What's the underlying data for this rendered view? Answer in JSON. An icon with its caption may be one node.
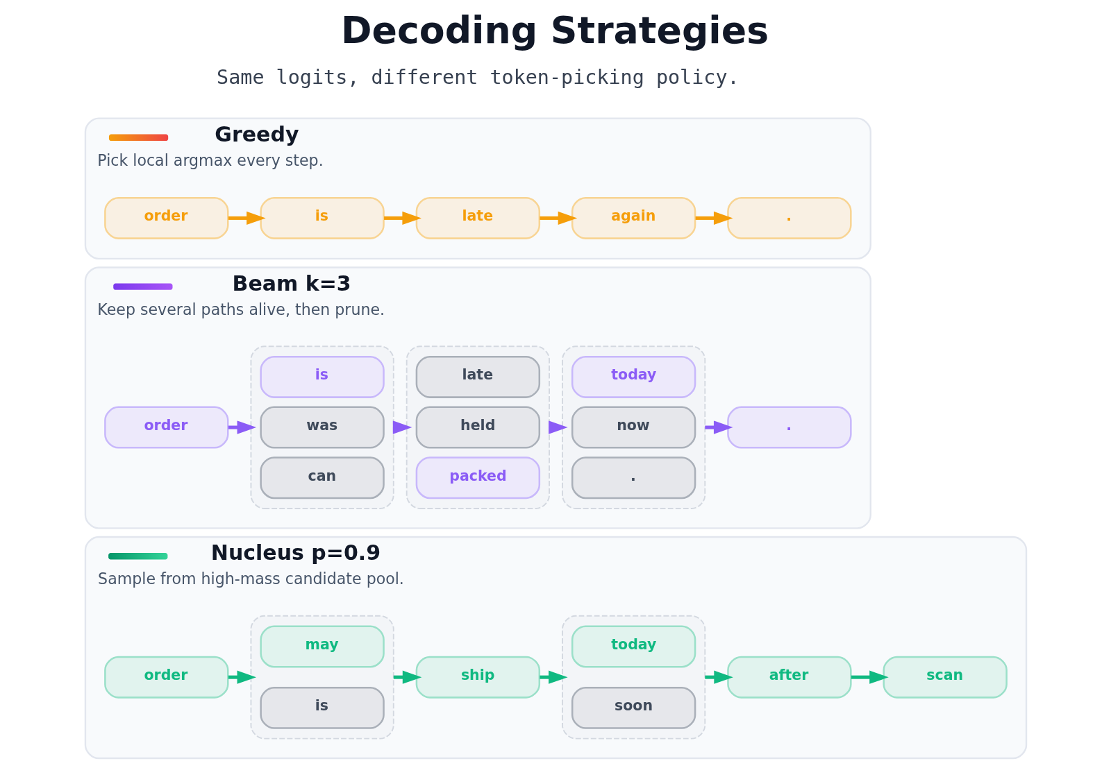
{
  "diagram": {
    "title": "Decoding Strategies",
    "nodes": [
      {
        "text": [
          "Greedy",
          "Pick local argmax every step."
        ]
      },
      {
        "text": [
          "order"
        ],
        "in": 0
      },
      {
        "text": [
          "is"
        ],
        "in": 0
      },
      {
        "text": [
          "late"
        ],
        "in": 0
      },
      {
        "text": [
          "again"
        ],
        "in": 0
      },
      {
        "text": [
          "."
        ],
        "in": 0
      },
      {
        "text": [
          "Beam k=3",
          "Keep several paths alive, then prune."
        ]
      },
      {
        "text": [
          "order"
        ],
        "in": 6
      },
      {
        "text": [],
        "shape": "box",
        "in": 6
      },
      {
        "text": [
          "is"
        ],
        "in": 8
      },
      {
        "text": [
          "was"
        ],
        "in": 8
      },
      {
        "text": [
          "can"
        ],
        "in": 8
      },
      {
        "text": [],
        "shape": "box",
        "in": 6
      },
      {
        "text": [
          "late"
        ],
        "in": 12
      },
      {
        "text": [
          "held"
        ],
        "in": 12
      },
      {
        "text": [
          "packed"
        ],
        "in": 12
      },
      {
        "text": [],
        "shape": "box",
        "in": 6
      },
      {
        "text": [
          "today"
        ],
        "in": 16
      },
      {
        "text": [
          "now"
        ],
        "in": 16
      },
      {
        "text": [
          "."
        ],
        "in": 16
      },
      {
        "text": [
          "."
        ],
        "in": 6
      },
      {
        "text": [
          "Nucleus p=0.9",
          "Sample from high-mass candidate pool."
        ]
      },
      {
        "text": [
          "order"
        ],
        "in": 21
      },
      {
        "text": [],
        "shape": "box",
        "in": 21
      },
      {
        "text": [
          "may"
        ],
        "in": 23
      },
      {
        "text": [
          "is"
        ],
        "in": 23
      },
      {
        "text": [
          "ship"
        ],
        "in": 21
      },
      {
        "text": [],
        "shape": "box",
        "in": 21
      },
      {
        "text": [
          "today"
        ],
        "in": 27
      },
      {
        "text": [
          "soon"
        ],
        "in": 27
      },
      {
        "text": [
          "after"
        ],
        "in": 21
      },
      {
        "text": [
          "scan"
        ],
        "in": 21
      }
    ],
    "edges": [
      {
        "from": 1,
        "to": 2,
        "arrow": "to",
        "color": "#f59e0b"
      },
      {
        "from": 2,
        "to": 3,
        "arrow": "to",
        "color": "#f59e0b"
      },
      {
        "from": 3,
        "to": 4,
        "arrow": "to",
        "color": "#f59e0b"
      },
      {
        "from": 4,
        "to": 5,
        "arrow": "to",
        "color": "#f59e0b"
      },
      {
        "from": 7,
        "to": 8,
        "arrow": "to",
        "color": "#8b5cf6"
      },
      {
        "from": 8,
        "to": 12,
        "arrow": "to",
        "color": "#8b5cf6"
      },
      {
        "from": 12,
        "to": 16,
        "arrow": "to",
        "color": "#8b5cf6"
      },
      {
        "from": 16,
        "to": 20,
        "arrow": "to",
        "color": "#8b5cf6"
      },
      {
        "from": 22,
        "to": 23,
        "arrow": "to"
      },
      {
        "from": 23,
        "to": 26,
        "arrow": "to"
      },
      {
        "from": 26,
        "to": 27,
        "arrow": "to"
      },
      {
        "from": 27,
        "to": 30,
        "arrow": "to"
      },
      {
        "from": 30,
        "to": 31,
        "arrow": "to"
      }
    ],
    "labels": [
      "Same logits, different token-picking policy."
    ]
  }
}
